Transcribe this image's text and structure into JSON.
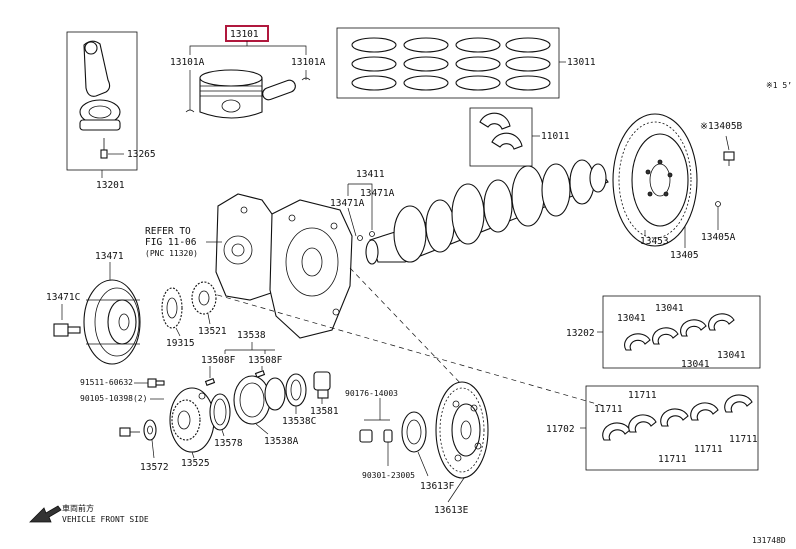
{
  "callouts": {
    "c13101": "13101",
    "c13101A_left": "13101A",
    "c13101A_right": "13101A",
    "c13011": "13011",
    "c13265": "13265",
    "c13201": "13201",
    "c11011": "11011",
    "c13411": "13411",
    "c13471A_a": "13471A",
    "c13471A_b": "13471A",
    "c13405B": "※13405B",
    "c13453": "13453",
    "c13405A": "13405A",
    "c13405": "13405",
    "c13471": "13471",
    "c13471C": "13471C",
    "c19315": "19315",
    "c13521": "13521",
    "c13538": "13538",
    "c13508F_a": "13508F",
    "c13508F_b": "13508F",
    "c13202": "13202",
    "c13041_a": "13041",
    "c13041_b": "13041",
    "c13041_c": "13041",
    "c13041_d": "13041",
    "c91511": "91511-60632",
    "c90105": "90105-10398(2)",
    "c90176": "90176-14003",
    "c13581": "13581",
    "c13578": "13578",
    "c13538C": "13538C",
    "c13538A": "13538A",
    "c13525": "13525",
    "c13572": "13572",
    "c11702": "11702",
    "c11711_a": "11711",
    "c11711_b": "11711",
    "c11711_c": "11711",
    "c11711_d": "11711",
    "c11711_e": "11711",
    "c90301": "90301-23005",
    "c13613F": "13613F",
    "c13613E": "13613E",
    "note_mark": "※1 5’"
  },
  "refer": {
    "line1": "REFER TO",
    "line2": "FIG 11-06",
    "line3": "(PNC 11320)"
  },
  "front": {
    "jp": "車両前方",
    "en": "VEHICLE FRONT SIDE"
  },
  "figure_code": "131748D",
  "colors": {
    "highlight": "#b0183d",
    "ink": "#111111"
  }
}
